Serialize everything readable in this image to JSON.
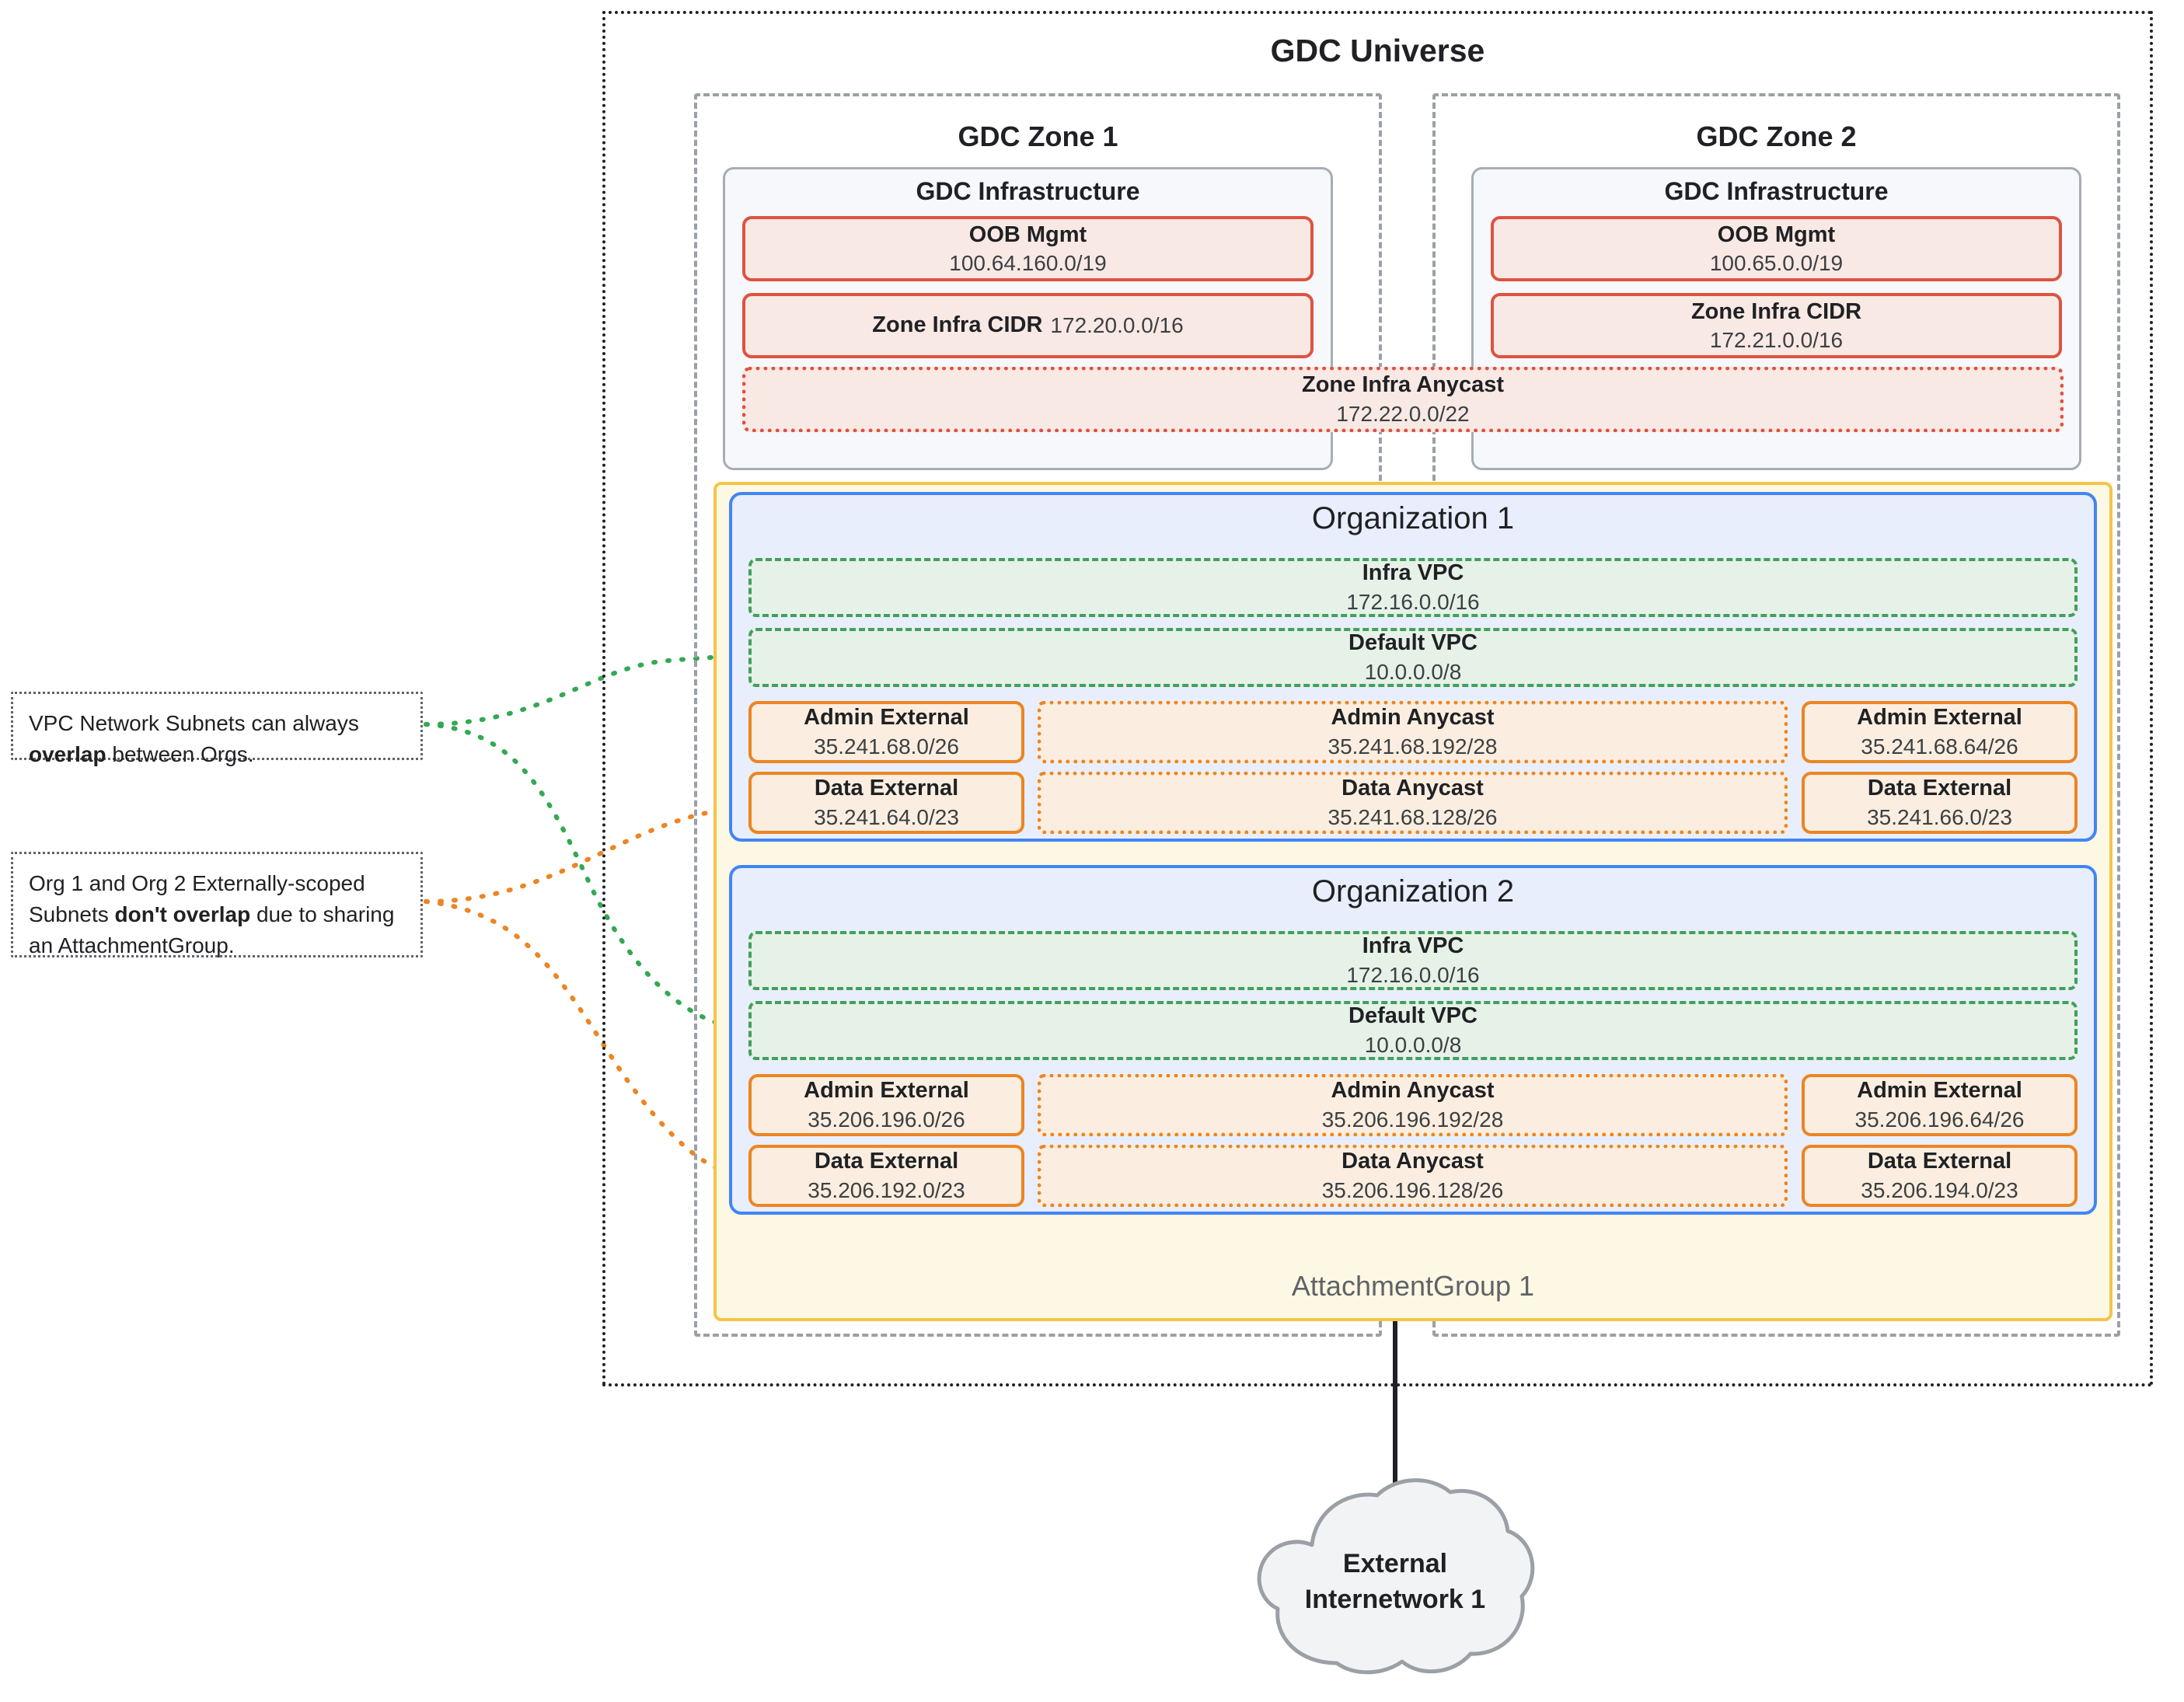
{
  "universe": {
    "title": "GDC Universe"
  },
  "zones": [
    {
      "title": "GDC Zone 1",
      "infra_title": "GDC Infrastructure",
      "oob": {
        "name": "OOB Mgmt",
        "cidr": "100.64.160.0/19"
      },
      "zone_infra_cidr": {
        "name": "Zone Infra CIDR",
        "cidr": "172.20.0.0/16",
        "layout": "inline"
      }
    },
    {
      "title": "GDC Zone 2",
      "infra_title": "GDC Infrastructure",
      "oob": {
        "name": "OOB Mgmt",
        "cidr": "100.65.0.0/19"
      },
      "zone_infra_cidr": {
        "name": "Zone Infra CIDR",
        "cidr": "172.21.0.0/16",
        "layout": "stacked"
      }
    }
  ],
  "zone_infra_anycast": {
    "name": "Zone Infra Anycast",
    "cidr": "172.22.0.0/22"
  },
  "attachment_group": {
    "label": "AttachmentGroup 1"
  },
  "organizations": [
    {
      "title": "Organization 1",
      "infra_vpc": {
        "name": "Infra VPC",
        "cidr": "172.16.0.0/16"
      },
      "default_vpc": {
        "name": "Default VPC",
        "cidr": "10.0.0.0/8"
      },
      "admin_external_left": {
        "name": "Admin External",
        "cidr": "35.241.68.0/26"
      },
      "admin_anycast": {
        "name": "Admin Anycast",
        "cidr": "35.241.68.192/28"
      },
      "admin_external_right": {
        "name": "Admin External",
        "cidr": "35.241.68.64/26"
      },
      "data_external_left": {
        "name": "Data External",
        "cidr": "35.241.64.0/23"
      },
      "data_anycast": {
        "name": "Data Anycast",
        "cidr": "35.241.68.128/26"
      },
      "data_external_right": {
        "name": "Data External",
        "cidr": "35.241.66.0/23"
      }
    },
    {
      "title": "Organization 2",
      "infra_vpc": {
        "name": "Infra VPC",
        "cidr": "172.16.0.0/16"
      },
      "default_vpc": {
        "name": "Default VPC",
        "cidr": "10.0.0.0/8"
      },
      "admin_external_left": {
        "name": "Admin External",
        "cidr": "35.206.196.0/26"
      },
      "admin_anycast": {
        "name": "Admin Anycast",
        "cidr": "35.206.196.192/28"
      },
      "admin_external_right": {
        "name": "Admin External",
        "cidr": "35.206.196.64/26"
      },
      "data_external_left": {
        "name": "Data External",
        "cidr": "35.206.192.0/23"
      },
      "data_anycast": {
        "name": "Data Anycast",
        "cidr": "35.206.196.128/26"
      },
      "data_external_right": {
        "name": "Data External",
        "cidr": "35.206.194.0/23"
      }
    }
  ],
  "callouts": [
    {
      "text_before": "VPC Network Subnets can always ",
      "emphasis": "overlap",
      "text_after": " between Orgs.",
      "connector_color": "#34a853"
    },
    {
      "text_before": "Org 1 and Org 2 Externally-scoped Subnets ",
      "emphasis": "don't overlap",
      "text_after": " due to sharing an AttachmentGroup.",
      "connector_color": "#ec8523"
    }
  ],
  "external_network": {
    "line1": "External",
    "line2": "Internetwork 1"
  },
  "colors": {
    "universe_border": "#202124",
    "zone_border": "#9aa0a6",
    "infra_fill": "#f6f8fb",
    "infra_border": "#a7adb4",
    "red_fill": "#f9e9e5",
    "red_border": "#dd5340",
    "org_fill": "#e8eefb",
    "org_border": "#4285f4",
    "attachment_fill": "#fdf8e3",
    "attachment_border": "#f4c44a",
    "vpc_fill": "#e6f1e8",
    "vpc_border": "#41a05b",
    "subnet_fill": "#fbeee0",
    "subnet_border": "#ec8523",
    "cloud_fill": "#f1f3f4",
    "cloud_border": "#9aa0a6"
  }
}
